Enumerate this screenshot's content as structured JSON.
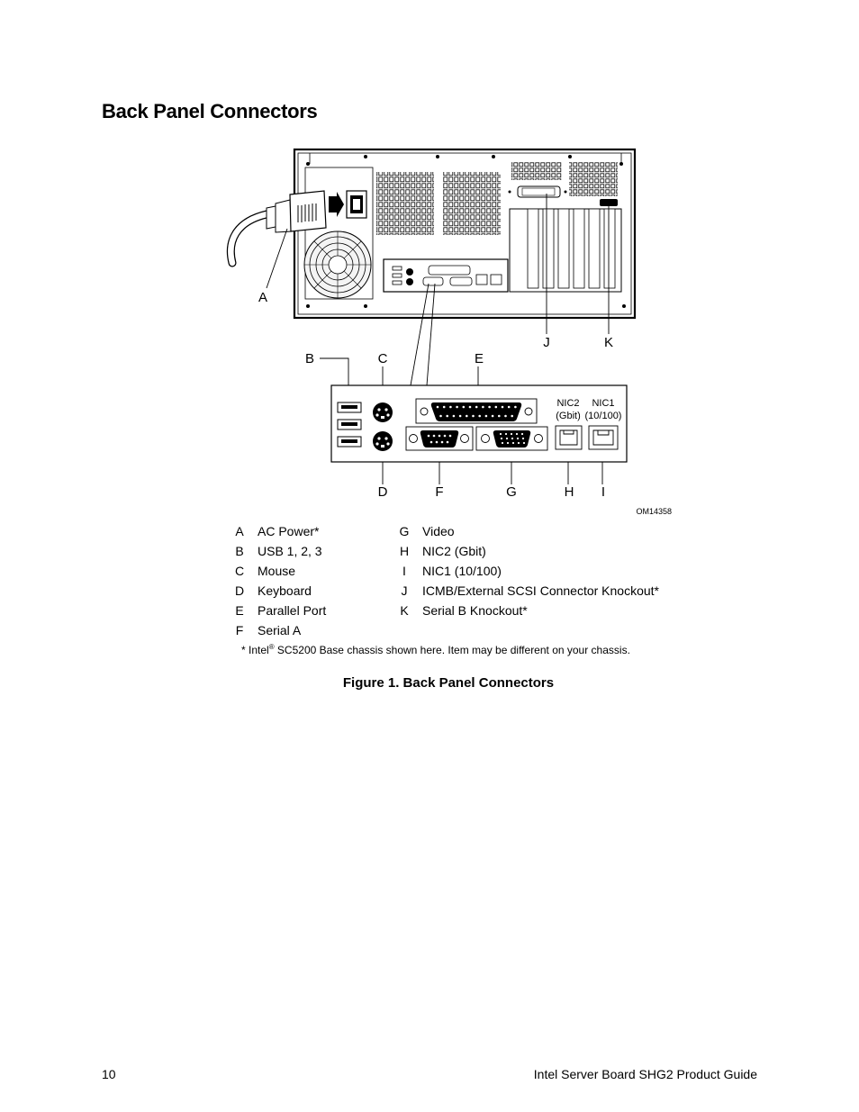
{
  "page": {
    "title": "Back Panel Connectors",
    "caption": "Figure 1.  Back Panel Connectors",
    "page_number": "10",
    "footer_title": "Intel Server Board SHG2 Product Guide"
  },
  "figure": {
    "callouts": {
      "A": "A",
      "B": "B",
      "C": "C",
      "D": "D",
      "E": "E",
      "F": "F",
      "G": "G",
      "H": "H",
      "I": "I",
      "J": "J",
      "K": "K"
    },
    "nic2_label": "NIC2",
    "nic2_sub": "(Gbit)",
    "nic1_label": "NIC1",
    "nic1_sub": "(10/100)",
    "figure_id": "OM14358"
  },
  "legend": {
    "left": [
      {
        "letter": "A",
        "desc": "AC Power*"
      },
      {
        "letter": "B",
        "desc": "USB 1, 2, 3"
      },
      {
        "letter": "C",
        "desc": "Mouse"
      },
      {
        "letter": "D",
        "desc": "Keyboard"
      },
      {
        "letter": "E",
        "desc": "Parallel Port"
      },
      {
        "letter": "F",
        "desc": "Serial A"
      }
    ],
    "right": [
      {
        "letter": "G",
        "desc": "Video"
      },
      {
        "letter": "H",
        "desc": "NIC2 (Gbit)"
      },
      {
        "letter": "I",
        "desc": "NIC1 (10/100)"
      },
      {
        "letter": "J",
        "desc": "ICMB/External SCSI Connector Knockout*"
      },
      {
        "letter": "K",
        "desc": "Serial B Knockout*"
      }
    ]
  },
  "note": {
    "prefix": "*  Intel",
    "mark": "®",
    "text": " SC5200 Base chassis shown here.  Item may be different on your chassis."
  }
}
